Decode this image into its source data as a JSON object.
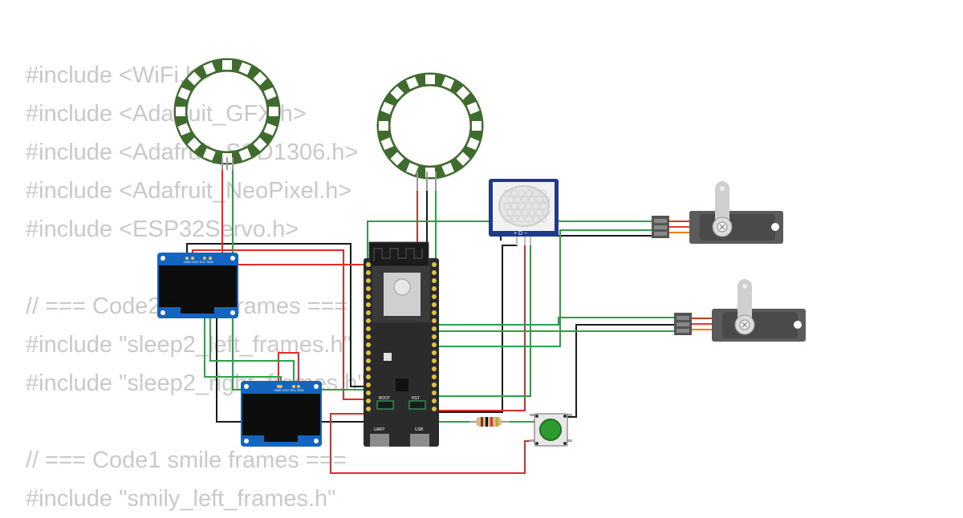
{
  "code_lines": [
    "#include <WiFi.h>",
    "#include <Adafruit_GFX.h>",
    "#include <Adafruit_SSD1306.h>",
    "#include <Adafruit_NeoPixel.h>",
    "#include <ESP32Servo.h>",
    "",
    "// === Code2 sleep frames ===",
    "#include \"sleep2_left_frames.h\"",
    "#include \"sleep2_right_frames.h\"",
    "",
    "// === Code1 smile frames ===",
    "#include \"smily_left_frames.h\""
  ],
  "components": {
    "oled_pins": "GND VCC SCL SDA",
    "pir_pins": "+ D −",
    "board_buttons": [
      "BOOT",
      "RST"
    ],
    "board_ports": [
      "UART",
      "USB"
    ]
  },
  "colors": {
    "wire_red": "#e32b2b",
    "wire_green": "#2aa24a",
    "wire_black": "#1a1a1a",
    "ring_green": "#3f6b2f",
    "board": "#2b2b2b",
    "oled_pcb": "#1565c0",
    "pir_pcb": "#1f3a8a",
    "servo": "#5b5b5b",
    "button": "#2e9b2e"
  }
}
